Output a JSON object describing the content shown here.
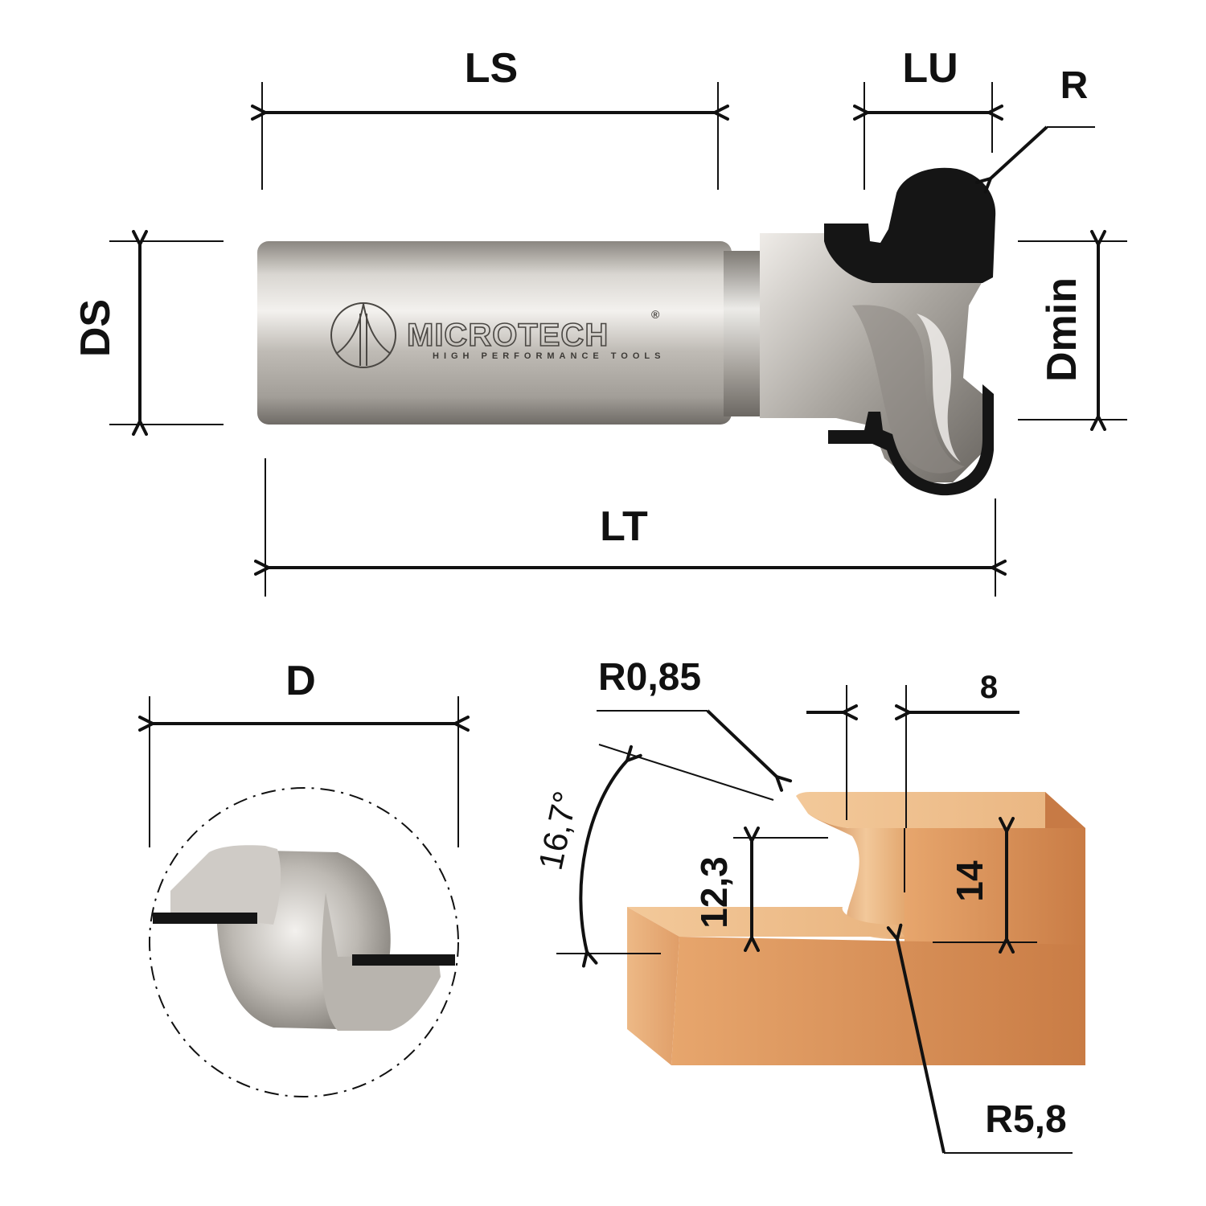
{
  "labels": {
    "ls": "LS",
    "lu": "LU",
    "r": "R",
    "ds": "DS",
    "dmin": "Dmin",
    "lt": "LT",
    "d": "D",
    "r085": "R0,85",
    "eight": "8",
    "angle": "16,7°",
    "h123": "12,3",
    "h14": "14",
    "r58": "R5,8"
  },
  "brand": {
    "name": "MICROTECH",
    "registered": "®",
    "tagline": "HIGH PERFORMANCE TOOLS"
  },
  "colors": {
    "line": "#111111",
    "steel": "#c9c5c0",
    "insert": "#151515",
    "wood": "#d89a63"
  }
}
